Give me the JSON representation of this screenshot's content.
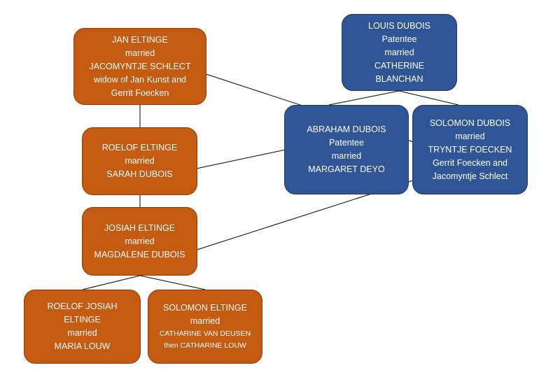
{
  "colors": {
    "paternal_box": "#c55a11",
    "dubois_box": "#2f5597",
    "text": "#ffffff",
    "line": "#000000"
  },
  "nodes": {
    "jan_eltinge": {
      "lines": [
        "JAN ELTINGE",
        "married",
        "JACOMYNTJE SCHLECT",
        "widow of Jan Kunst and",
        "Gerrit Foecken"
      ]
    },
    "louis_dubois": {
      "lines": [
        "LOUIS DUBOIS",
        "Patentee",
        "married",
        "CATHERINE",
        "BLANCHAN"
      ]
    },
    "roelof_eltinge": {
      "lines": [
        "ROELOF ELTINGE",
        "married",
        "SARAH DUBOIS"
      ]
    },
    "abraham_dubois": {
      "lines": [
        "ABRAHAM DUBOIS",
        "Patentee",
        "married",
        "MARGARET DEYO"
      ]
    },
    "solomon_dubois": {
      "lines": [
        "SOLOMON DUBOIS",
        "married",
        "TRYNTJE FOECKEN",
        "Gerrit Foecken and",
        "Jacomyntje Schlect"
      ]
    },
    "josiah_eltinge": {
      "lines": [
        "JOSIAH ELTINGE",
        "married",
        "MAGDALENE DUBOIS"
      ]
    },
    "roelof_josiah_eltinge": {
      "lines": [
        "ROELOF JOSIAH",
        "ELTINGE",
        "married",
        "MARIA LOUW"
      ]
    },
    "solomon_eltinge": {
      "lines": [
        "SOLOMON ELTINGE",
        "married",
        "CATHARINE VAN DEUSEN",
        "then CATHARINE LOUW"
      ]
    }
  }
}
